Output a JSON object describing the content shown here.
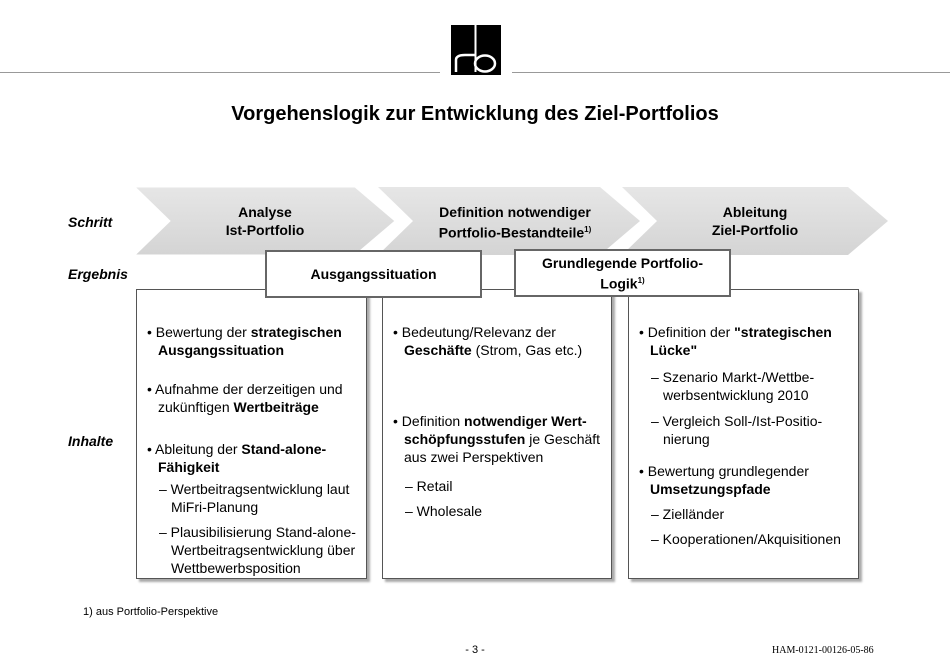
{
  "logo_text": "rb",
  "title": "Vorgehenslogik zur Entwicklung des Ziel-Portfolios",
  "row_labels": {
    "schritt": "Schritt",
    "ergebnis": "Ergebnis",
    "inhalte": "Inhalte"
  },
  "steps": [
    {
      "line1": "Analyse",
      "line2": "Ist-Portfolio",
      "sup": ""
    },
    {
      "line1": "Definition notwendiger",
      "line2": "Portfolio-Bestandteile",
      "sup": "1)"
    },
    {
      "line1": "Ableitung",
      "line2": "Ziel-Portfolio",
      "sup": ""
    }
  ],
  "results": [
    {
      "text": "Ausgangssituation"
    },
    {
      "line1": "Grundlegende Portfolio-",
      "line2": "Logik",
      "sup": "1)"
    }
  ],
  "col1": {
    "b1a": "• Bewertung der ",
    "b1b": "strategischen Ausgangssituation",
    "b2a": "• Aufnahme der derzeitigen und zukünftigen ",
    "b2b": "Wertbeiträge",
    "b3a": "• Ableitung der ",
    "b3b": "Stand-alone-Fähigkeit",
    "s1": "– Wertbeitragsentwicklung laut MiFri-Planung",
    "s2": "– Plausibilisierung Stand-alone-Wertbeitragsentwicklung über Wettbewerbsposition"
  },
  "col2": {
    "b1a": "• Bedeutung/Relevanz der ",
    "b1b": "Geschäfte",
    "b1c": " (Strom, Gas etc.)",
    "b2a": "• Definition ",
    "b2b": "notwendiger Wert-schöpfungsstufen",
    "b2c": " je Geschäft aus zwei Perspektiven",
    "s1": "– Retail",
    "s2": "– Wholesale"
  },
  "col3": {
    "b1a": "• Definition der ",
    "b1b": "\"strategischen Lücke\"",
    "s1": "– Szenario Markt-/Wettbe-werbsentwicklung 2010",
    "s2": "– Vergleich Soll-/Ist-Positio-nierung",
    "b2a": "• Bewertung grundlegender ",
    "b2b": "Umsetzungspfade",
    "s3": "– Zielländer",
    "s4": "– Kooperationen/Akquisitionen"
  },
  "footnote": "1) aus Portfolio-Perspektive",
  "page_number": "- 3 -",
  "doc_code": "HAM-0121-00126-05-86"
}
